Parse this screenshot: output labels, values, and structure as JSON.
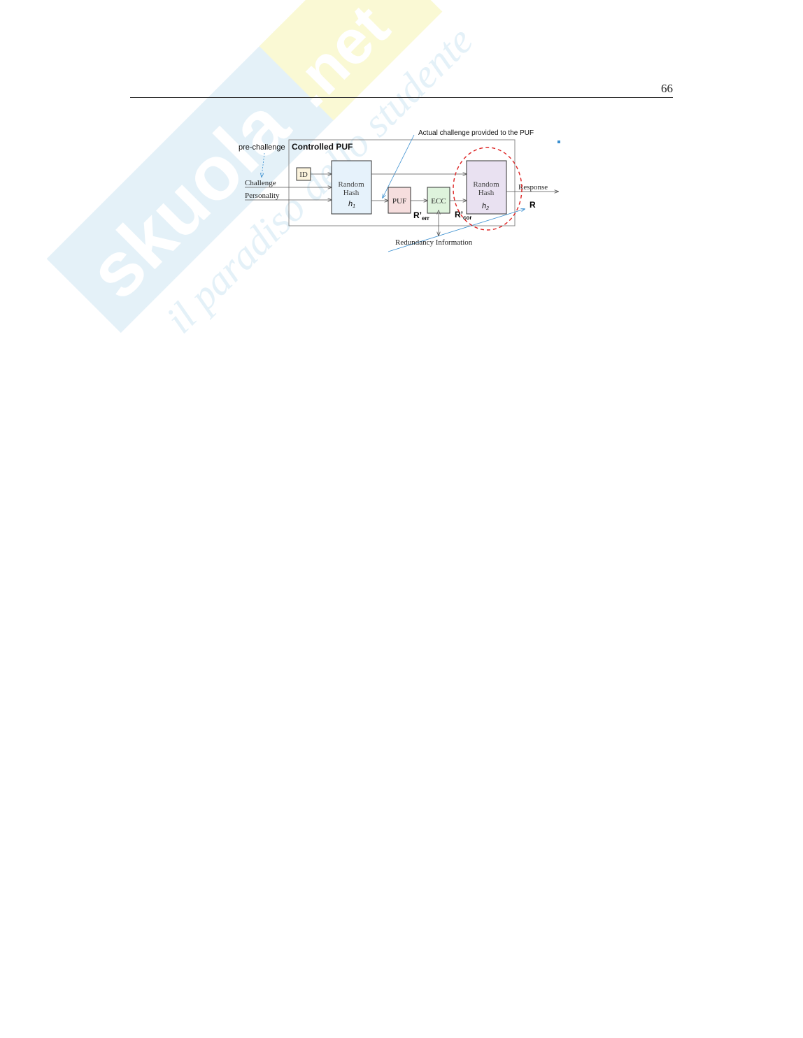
{
  "page": {
    "number": "66"
  },
  "watermark": {
    "brand": "Skuola.net",
    "tagline": "il paradiso dello studente"
  },
  "figure": {
    "title": "Controlled PUF",
    "annotations": {
      "pre_challenge": "pre-challenge",
      "actual_challenge": "Actual challenge provided to the PUF",
      "r_err": "R’",
      "r_err_sub": "err",
      "r_cor": "R’",
      "r_cor_sub": "cor",
      "r_out": "R"
    },
    "inputs": {
      "challenge": "Challenge",
      "personality": "Personality"
    },
    "blocks": {
      "id": "ID",
      "hash1_line1": "Random",
      "hash1_line2": "Hash",
      "hash1_sym": "h",
      "hash1_sub": "1",
      "puf": "PUF",
      "ecc": "ECC",
      "hash2_line1": "Random",
      "hash2_line2": "Hash",
      "hash2_sym": "h",
      "hash2_sub": "2"
    },
    "outputs": {
      "response": "Response"
    },
    "redundancy": "Redundancy Information",
    "colors": {
      "hash1_fill": "#e6f2fb",
      "puf_fill": "#f6dede",
      "ecc_fill": "#def3dc",
      "hash2_fill": "#e9e1f1",
      "id_fill": "#fbf3dc",
      "highlight": "#dd2222",
      "annotation_arrow": "#3a8fd0"
    }
  }
}
